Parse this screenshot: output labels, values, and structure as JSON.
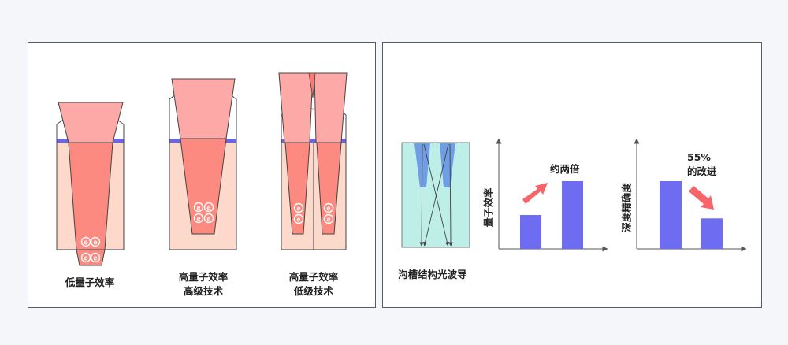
{
  "left_panel": {
    "pixel_1": {
      "caption_line1": "低量子效率",
      "caption_line2": ""
    },
    "pixel_2": {
      "caption_line1": "高量子效率",
      "caption_line2": "高级技术"
    },
    "pixel_3": {
      "caption_line1": "高量子效率",
      "caption_line2": "低级技术"
    },
    "electron_symbol": "e"
  },
  "right_panel": {
    "waveguide_caption": "沟槽结构光波导",
    "chart_qe": {
      "ylabel": "量子效率",
      "annotation": "约两倍",
      "arrow_direction": "up"
    },
    "chart_depth": {
      "ylabel": "深度精确度",
      "annotation_line1": "55%",
      "annotation_line2": "的改进",
      "arrow_direction": "down"
    }
  },
  "colors": {
    "pixel_body": "#fdd9cc",
    "cone_fill": "#fd8a80",
    "lens_fill": "#fda9a8",
    "filter_bar": "#6b63e8",
    "bar_fill": "#6e6cf0",
    "arrow": "#f7646a",
    "waveguide_bg": "#bdeee8",
    "waveguide_trench": "#6f9de6"
  },
  "chart_data": [
    {
      "type": "bar",
      "categories": [
        "",
        ""
      ],
      "values": [
        1,
        2
      ],
      "title": "",
      "xlabel": "",
      "ylabel": "量子效率",
      "grid": false
    },
    {
      "type": "bar",
      "categories": [
        "",
        ""
      ],
      "values": [
        1,
        0.45
      ],
      "title": "",
      "xlabel": "",
      "ylabel": "深度精确度",
      "grid": false
    }
  ]
}
